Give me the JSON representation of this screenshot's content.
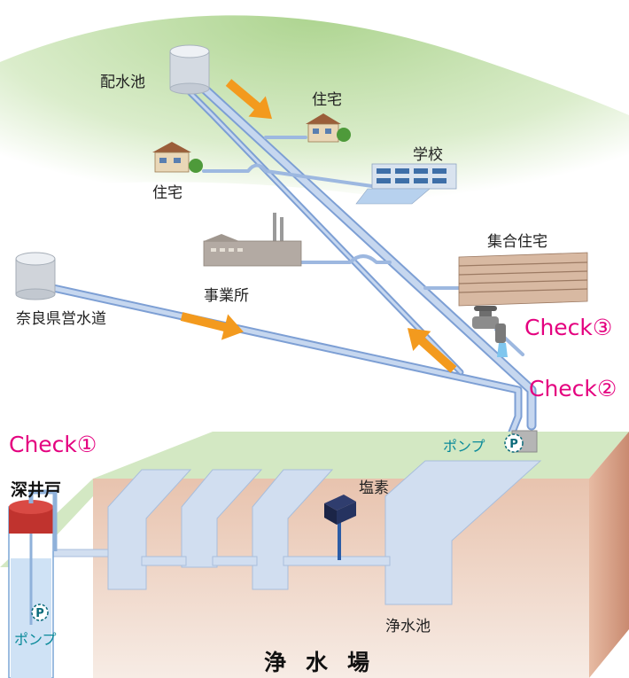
{
  "labels": {
    "haisuichi": "配水池",
    "jutaku_top": "住宅",
    "gakkou": "学校",
    "jutaku_left": "住宅",
    "jigyousho": "事業所",
    "shugou_jutaku": "集合住宅",
    "nara_water": "奈良県営水道",
    "enso": "塩素",
    "jousuichi": "浄水池",
    "fukaido": "深井戸",
    "jousuijo": "浄水場"
  },
  "checks": {
    "check1": "Check①",
    "check2": "Check②",
    "check3": "Check③"
  },
  "pumps": {
    "pump_top_label": "ポンプ",
    "pump_bottom_label": "ポンプ",
    "pump_symbol": "P"
  },
  "colors": {
    "hill": "#c9e3b3",
    "pipe": "#b9cdea",
    "pipe_edge": "#7d9fd4",
    "arrow": "#f39a1e",
    "check": "#e4007f",
    "ground_top": "#d3e8c3",
    "soil_front": "#f2ddd0",
    "soil_side": "#d9a48a"
  },
  "icons": [
    "tank-icon",
    "house-icon",
    "school-icon",
    "factory-icon",
    "apartment-icon",
    "faucet-icon",
    "chlorine-box-icon",
    "pump-icon",
    "arrow-icon"
  ]
}
